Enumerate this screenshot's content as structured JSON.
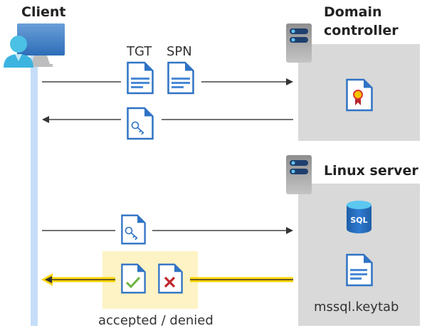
{
  "client": {
    "title": "Client"
  },
  "domain_controller": {
    "title_line1": "Domain",
    "title_line2": "controller"
  },
  "linux_server": {
    "title": "Linux server",
    "sql_label": "SQL",
    "keytab_label": "mssql.keytab"
  },
  "messages": {
    "tgt_label": "TGT",
    "spn_label": "SPN",
    "result_label": "accepted / denied"
  },
  "colors": {
    "lifeline": "#c5ddf8",
    "server_box": "#d9d9d9",
    "highlight": "#fdf3c4",
    "result_arrow": "#ffd400",
    "doc_blue": "#2f73c4"
  },
  "icons": [
    "user-computer-icon",
    "server-icon",
    "document-icon",
    "key-document-icon",
    "certificate-document-icon",
    "sql-database-icon",
    "accepted-document-icon",
    "denied-document-icon"
  ]
}
